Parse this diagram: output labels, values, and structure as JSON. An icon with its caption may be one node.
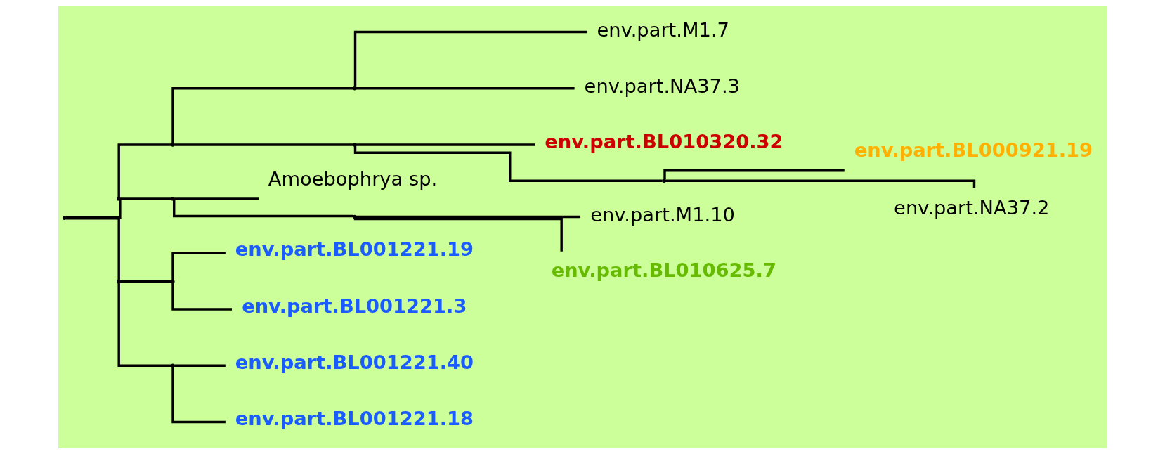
{
  "diagram": {
    "nodes": [
      {
        "text": [],
        "shape": "point"
      },
      {
        "text": [],
        "shape": "point"
      },
      {
        "text": [],
        "shape": "point"
      },
      {
        "text": [],
        "shape": "point"
      },
      {
        "text": [
          "env.part.M1.7"
        ]
      },
      {
        "text": [
          "env.part.NA37.3"
        ]
      },
      {
        "text": [],
        "shape": "point"
      },
      {
        "text": [
          "env.part.BL010320.32"
        ]
      },
      {
        "text": [],
        "shape": "point"
      },
      {
        "text": [
          "env.part.BL000921.19"
        ]
      },
      {
        "text": [
          "env.part.NA37.2"
        ]
      },
      {
        "text": [],
        "shape": "point"
      },
      {
        "text": [
          "Amoebophrya sp."
        ]
      },
      {
        "text": [],
        "shape": "point"
      },
      {
        "text": [
          "env.part.M1.10"
        ]
      },
      {
        "text": [
          "env.part.BL010625.7"
        ]
      },
      {
        "text": [],
        "shape": "point"
      },
      {
        "text": [],
        "shape": "point"
      },
      {
        "text": [
          "env.part.BL001221.19"
        ]
      },
      {
        "text": [
          "env.part.BL001221.3"
        ]
      },
      {
        "text": [],
        "shape": "point"
      },
      {
        "text": [
          "env.part.BL001221.40"
        ]
      },
      {
        "text": [
          "env.part.BL001221.18"
        ]
      }
    ],
    "edges": [
      {
        "from": 0,
        "to": 1,
        "arrow": "none"
      },
      {
        "from": 1,
        "to": 2,
        "arrow": "none"
      },
      {
        "from": 2,
        "to": 3,
        "arrow": "none"
      },
      {
        "from": 3,
        "to": 4,
        "arrow": "none"
      },
      {
        "from": 3,
        "to": 5,
        "arrow": "none"
      },
      {
        "from": 2,
        "to": 6,
        "arrow": "none"
      },
      {
        "from": 6,
        "to": 7,
        "arrow": "none"
      },
      {
        "from": 6,
        "to": 8,
        "arrow": "none"
      },
      {
        "from": 8,
        "to": 9,
        "arrow": "none"
      },
      {
        "from": 8,
        "to": 10,
        "arrow": "none"
      },
      {
        "from": 1,
        "to": 11,
        "arrow": "none"
      },
      {
        "from": 11,
        "to": 12,
        "arrow": "none"
      },
      {
        "from": 11,
        "to": 13,
        "arrow": "none"
      },
      {
        "from": 13,
        "to": 14,
        "arrow": "none"
      },
      {
        "from": 13,
        "to": 15,
        "arrow": "none"
      },
      {
        "from": 0,
        "to": 16,
        "arrow": "none"
      },
      {
        "from": 16,
        "to": 17,
        "arrow": "none"
      },
      {
        "from": 17,
        "to": 18,
        "arrow": "none"
      },
      {
        "from": 17,
        "to": 19,
        "arrow": "none"
      },
      {
        "from": 16,
        "to": 20,
        "arrow": "none"
      },
      {
        "from": 20,
        "to": 21,
        "arrow": "none"
      },
      {
        "from": 20,
        "to": 22,
        "arrow": "none"
      }
    ]
  }
}
